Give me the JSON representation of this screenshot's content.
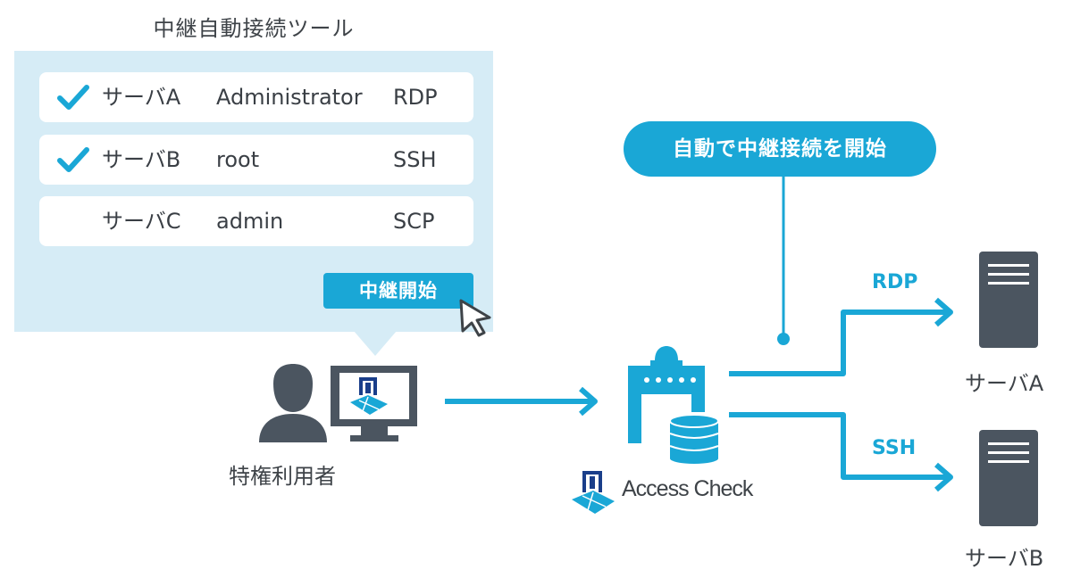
{
  "panel": {
    "title": "中継自動接続ツール",
    "rows": [
      {
        "checked": true,
        "server": "サーバA",
        "user": "Administrator",
        "protocol": "RDP"
      },
      {
        "checked": true,
        "server": "サーバB",
        "user": "root",
        "protocol": "SSH"
      },
      {
        "checked": false,
        "server": "サーバC",
        "user": "admin",
        "protocol": "SCP"
      }
    ],
    "start_button": "中継開始"
  },
  "auto_label": "自動で中継接続を開始",
  "user_label": "特権利用者",
  "product_name": "Access Check",
  "connections": [
    {
      "protocol": "RDP",
      "target": "サーバA"
    },
    {
      "protocol": "SSH",
      "target": "サーバB"
    }
  ],
  "colors": {
    "accent": "#1aa7d6",
    "panel_bg": "#d6ecf6",
    "dark": "#4b5560"
  },
  "icons": [
    "check-icon",
    "cursor-icon",
    "person-icon",
    "monitor-icon",
    "gate-icon",
    "database-icon",
    "server-icon",
    "access-check-logo"
  ]
}
